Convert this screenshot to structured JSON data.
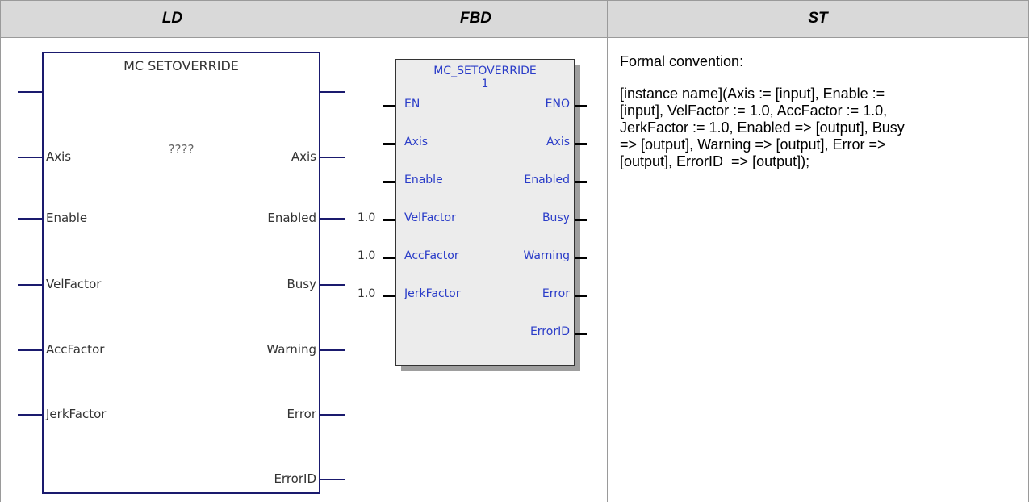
{
  "headers": {
    "ld": "LD",
    "fbd": "FBD",
    "st": "ST"
  },
  "ld": {
    "title": "MC SETOVERRIDE",
    "instance": "????",
    "inputs": [
      "Axis",
      "Enable",
      "VelFactor",
      "AccFactor",
      "JerkFactor"
    ],
    "outputs": [
      "Axis",
      "Enabled",
      "Busy",
      "Warning",
      "Error",
      "ErrorID"
    ]
  },
  "fbd": {
    "title": "MC_SETOVERRIDE",
    "instance": "1",
    "inputs": [
      "EN",
      "Axis",
      "Enable",
      "VelFactor",
      "AccFactor",
      "JerkFactor"
    ],
    "outputs": [
      "ENO",
      "Axis",
      "Enabled",
      "Busy",
      "Warning",
      "Error",
      "ErrorID"
    ],
    "constants": [
      "1.0",
      "1.0",
      "1.0"
    ]
  },
  "st": {
    "heading": "Formal convention:",
    "lines": [
      "[instance name](Axis := [input], Enable :=",
      "[input], VelFactor := 1.0, AccFactor := 1.0,",
      "JerkFactor := 1.0, Enabled => [output], Busy",
      "=> [output], Warning => [output], Error =>",
      "[output], ErrorID  => [output]);"
    ]
  }
}
